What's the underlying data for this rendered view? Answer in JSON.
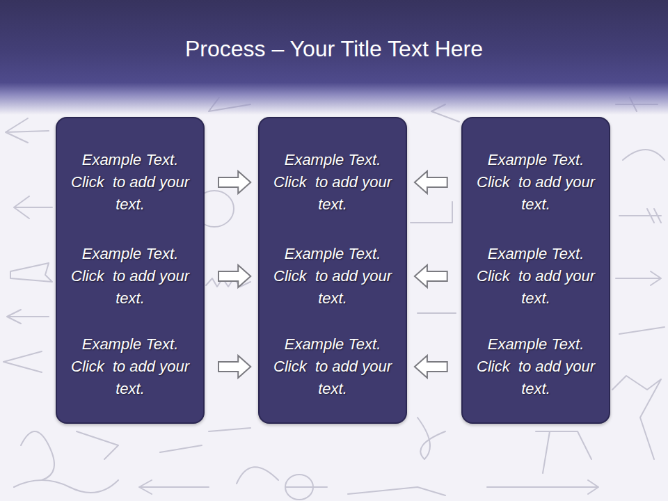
{
  "diagram": {
    "title": "Process – Your Title Text Here",
    "nodes": [
      {
        "text": [
          "Example Text. Click  to add your text.",
          "Example Text. Click  to add your text.",
          "Example Text. Click  to add your text."
        ]
      },
      {
        "text": [
          "Example Text. Click  to add your text.",
          "Example Text. Click  to add your text.",
          "Example Text. Click  to add your text."
        ]
      },
      {
        "text": [
          "Example Text. Click  to add your text.",
          "Example Text. Click  to add your text.",
          "Example Text. Click  to add your text."
        ]
      }
    ],
    "edges": [
      {
        "from": 0,
        "to": 1,
        "arrow": "to"
      },
      {
        "from": 0,
        "to": 1,
        "arrow": "to"
      },
      {
        "from": 0,
        "to": 1,
        "arrow": "to"
      },
      {
        "from": 2,
        "to": 1,
        "arrow": "to"
      },
      {
        "from": 2,
        "to": 1,
        "arrow": "to"
      },
      {
        "from": 2,
        "to": 1,
        "arrow": "to"
      }
    ]
  }
}
